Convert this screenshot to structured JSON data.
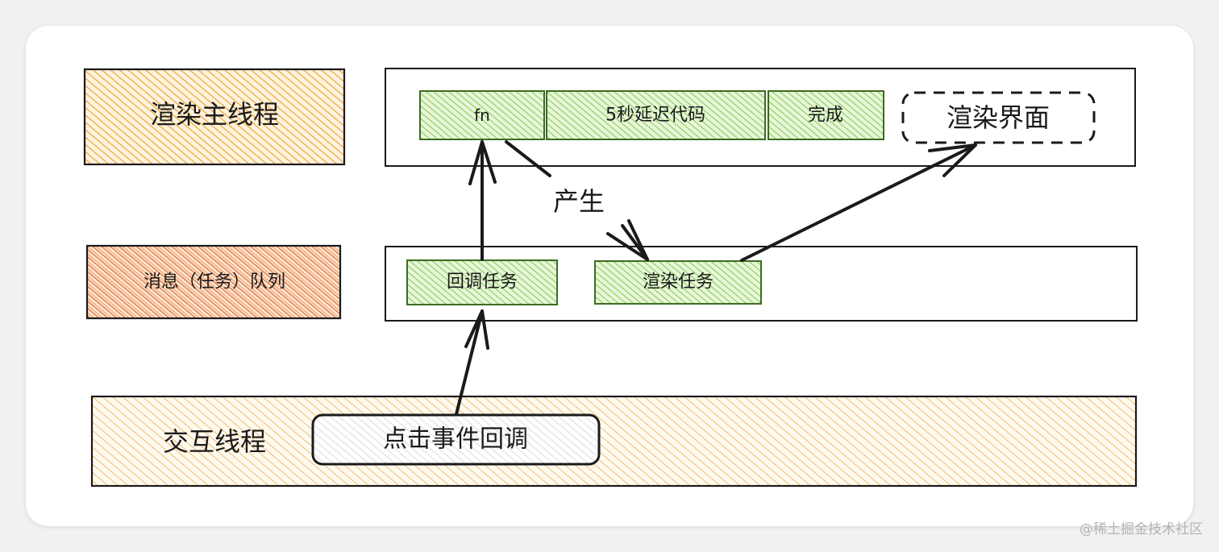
{
  "labels": {
    "main_thread": "渲染主线程",
    "queue": "消息（任务）队列",
    "interaction_thread": "交互线程"
  },
  "main_row": {
    "fn": "fn",
    "delay": "5秒延迟代码",
    "done": "完成",
    "render_ui": "渲染界面"
  },
  "queue_row": {
    "callback_task": "回调任务",
    "render_task": "渲染任务"
  },
  "interaction_row": {
    "click_callback": "点击事件回调"
  },
  "annotation": {
    "produce": "产生"
  },
  "watermark": "@稀土掘金技术社区",
  "colors": {
    "orange_hatch": "#f0a940",
    "red_hatch": "#e5703f",
    "green_hatch": "#8fd15a",
    "green_border": "#3d6b22",
    "stroke": "#1a1a1a",
    "watermark": "#b3b3b3"
  }
}
